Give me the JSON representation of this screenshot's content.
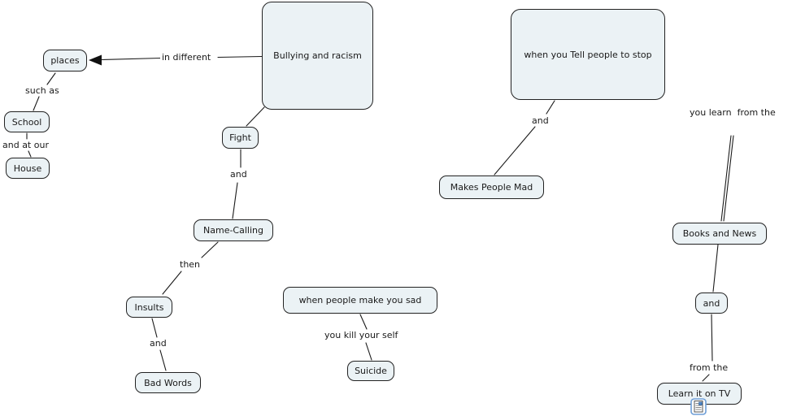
{
  "diagram": {
    "type": "concept-map",
    "topic": "Bullying and racism",
    "colors": {
      "background": "#ffffff",
      "node_fill": "#ebf2f5",
      "node_border": "#222222",
      "line": "#1a1a1a",
      "text": "#1a1a1a",
      "resource_icon_border": "#6f9fd8"
    },
    "concepts": [
      {
        "id": "places",
        "text": "places"
      },
      {
        "id": "school",
        "text": "School"
      },
      {
        "id": "house",
        "text": "House"
      },
      {
        "id": "bullying-and-racism",
        "text": "Bullying and racism"
      },
      {
        "id": "fight",
        "text": "Fight"
      },
      {
        "id": "name-calling",
        "text": "Name-Calling"
      },
      {
        "id": "insults",
        "text": "Insults"
      },
      {
        "id": "bad-words",
        "text": "Bad Words"
      },
      {
        "id": "when-people-make-you-sad",
        "text": "when people make you sad"
      },
      {
        "id": "suicide",
        "text": "Suicide"
      },
      {
        "id": "when-you-tell-people-to-stop",
        "text": "when you Tell people to stop"
      },
      {
        "id": "makes-people-mad",
        "text": "Makes People Mad"
      },
      {
        "id": "books-and-news",
        "text": "Books and News"
      },
      {
        "id": "and-node",
        "text": "and"
      },
      {
        "id": "learn-it-on-tv",
        "text": "Learn it on TV"
      }
    ],
    "links": [
      {
        "id": "in-different",
        "text": "in different"
      },
      {
        "id": "such-as",
        "text": "such as"
      },
      {
        "id": "and-at-our",
        "text": "and at our"
      },
      {
        "id": "and-fight",
        "text": "and"
      },
      {
        "id": "then",
        "text": "then"
      },
      {
        "id": "and-insults",
        "text": "and"
      },
      {
        "id": "you-kill-your-self",
        "text": "you kill your self"
      },
      {
        "id": "and-tell",
        "text": "and"
      },
      {
        "id": "you-learn-from-the",
        "text": "you learn  from the"
      },
      {
        "id": "from-the",
        "text": "from the"
      }
    ],
    "resource_icon": "document-attachment-icon"
  }
}
